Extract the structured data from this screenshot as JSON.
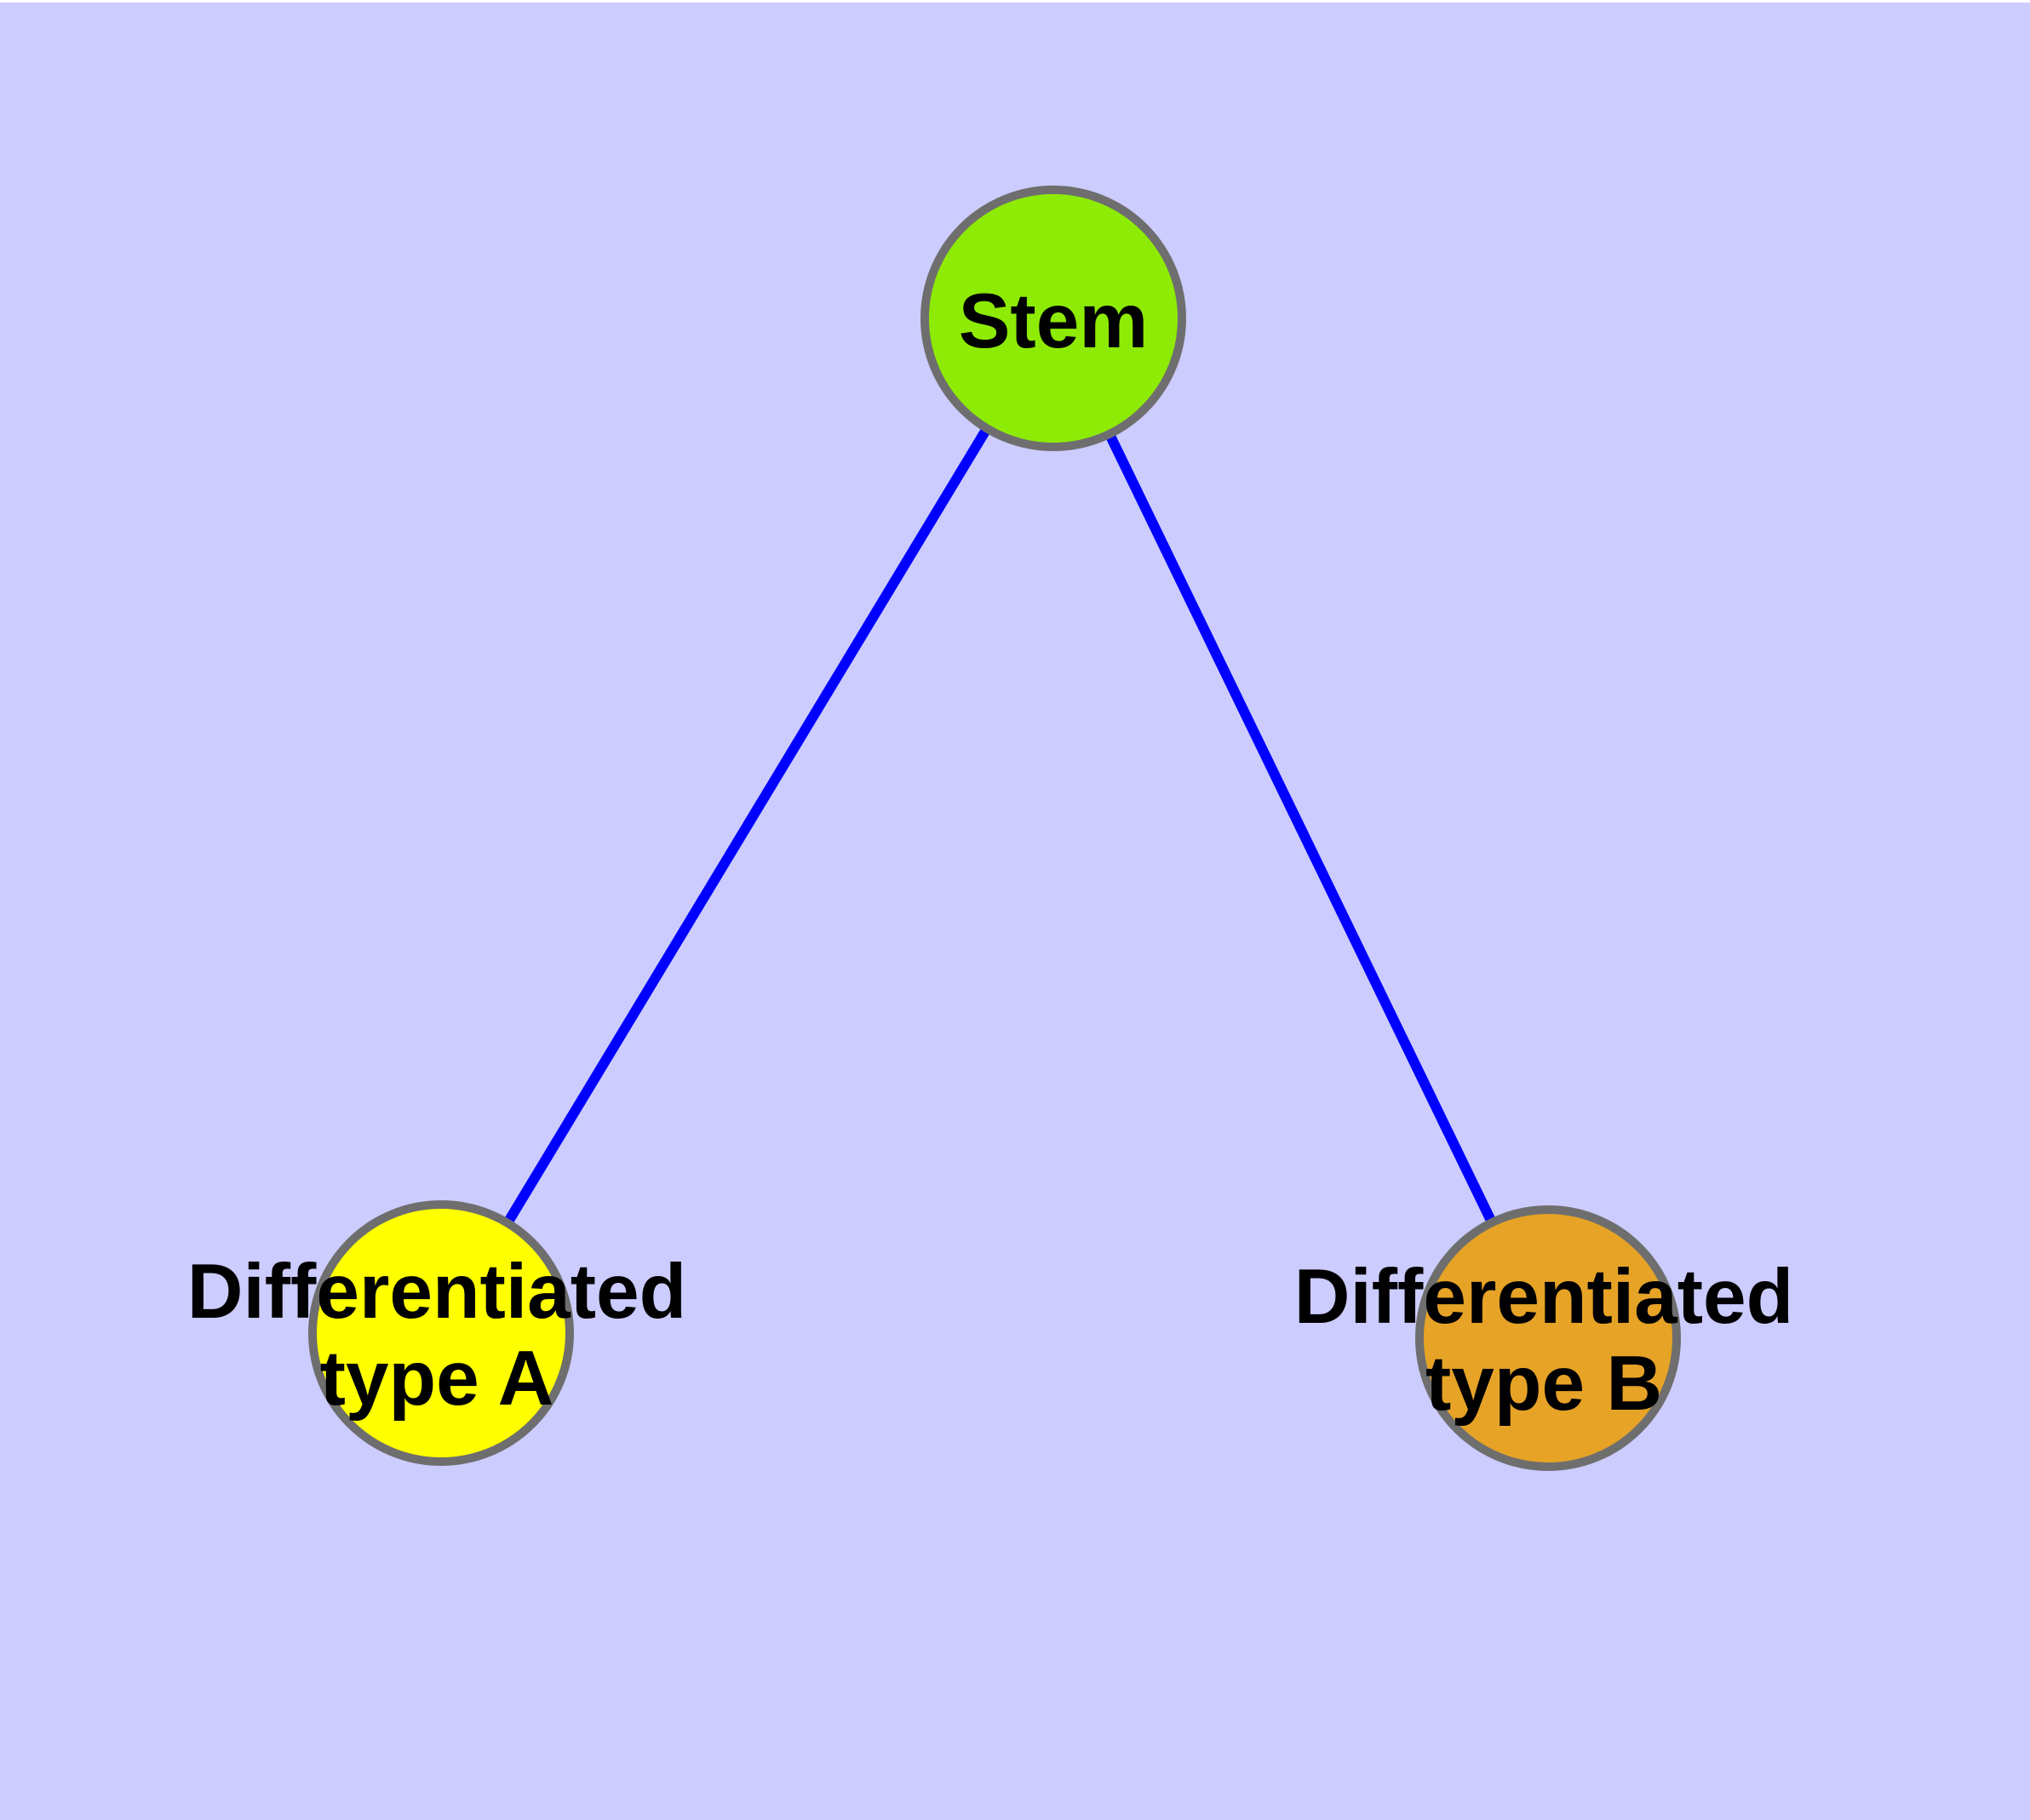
{
  "diagram": {
    "type": "graph",
    "background_color": "#CCCCFF",
    "top_border_color": "#FFFFFF",
    "edge_color": "#0000FF",
    "node_border_color": "#6E6E6E",
    "label_color": "#000000",
    "nodes": [
      {
        "id": "stem",
        "label": "Stem",
        "fill": "#8EEB06"
      },
      {
        "id": "differentiated-type-a",
        "label_line1": "Differentiated",
        "label_line2": "type A",
        "fill": "#FFFF00"
      },
      {
        "id": "differentiated-type-b",
        "label_line1": "Differentiated",
        "label_line2": "type B",
        "fill": "#E6A326"
      }
    ],
    "edges": [
      {
        "from": "Stem",
        "to": "Differentiated type A"
      },
      {
        "from": "Stem",
        "to": "Differentiated type B"
      }
    ]
  }
}
